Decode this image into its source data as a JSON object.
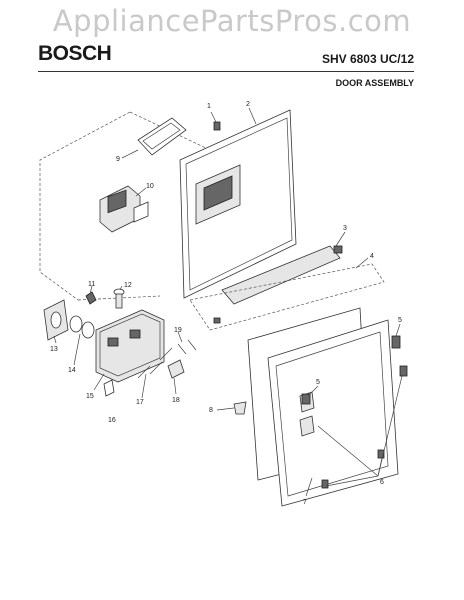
{
  "watermark": "AppliancePartsPros.com",
  "header": {
    "brand": "BOSCH",
    "model": "SHV 6803 UC/12",
    "section": "DOOR ASSEMBLY"
  },
  "callouts": [
    "1",
    "2",
    "3",
    "4",
    "5",
    "5",
    "6",
    "7",
    "8",
    "9",
    "10",
    "11",
    "12",
    "13",
    "14",
    "15",
    "16",
    "17",
    "18",
    "19"
  ]
}
